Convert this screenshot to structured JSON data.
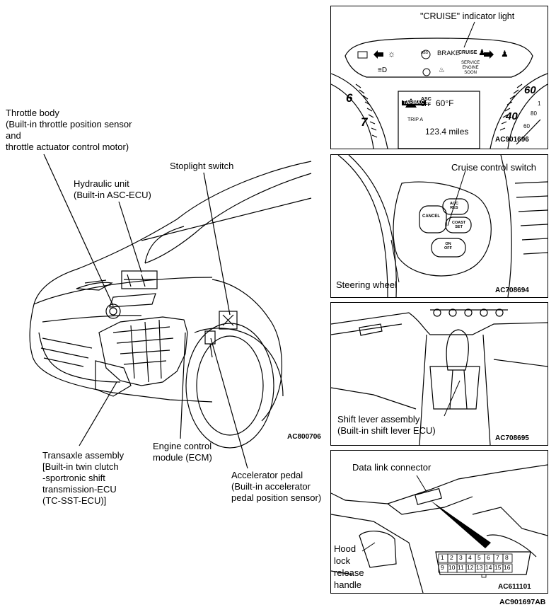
{
  "main": {
    "throttle_label": [
      "Throttle body",
      "(Built-in throttle position sensor",
      "and",
      "throttle actuator control motor)"
    ],
    "hydraulic_label": [
      "Hydraulic unit",
      "(Built-in ASC-ECU)"
    ],
    "stoplight_label": "Stoplight switch",
    "transaxle_label": [
      "Transaxle assembly",
      "[Built-in twin clutch",
      "-sportronic shift",
      "transmission-ECU",
      "(TC-SST-ECU)]"
    ],
    "ecm_label": [
      "Engine control",
      "module (ECM)"
    ],
    "accel_label": [
      "Accelerator pedal",
      "(Built-in accelerator",
      "pedal position sensor)"
    ],
    "figure_code": "AC800706"
  },
  "cluster": {
    "label": "\"CRUISE\" indicator light",
    "brake": "BRAKE",
    "cruise": "CRUISE",
    "service": [
      "SERVICE",
      "ENGINE",
      "SOON"
    ],
    "tarmac": "TARMAC",
    "asc": [
      "ASC",
      "OFF"
    ],
    "temp": "60°F",
    "trip": "TRIP A",
    "miles": "123.4 miles",
    "tach_6": "6",
    "tach_7": "7",
    "speed_60": "60",
    "speed_40": "40",
    "speed_80": "80",
    "speed_60b": "60",
    "speed_1": "1",
    "code": "AC901696"
  },
  "steering": {
    "switch_label": "Cruise control switch",
    "wheel_label": "Steering wheel",
    "cancel": "CANCEL",
    "acc": [
      "ACC",
      "RES"
    ],
    "coast": [
      "COAST",
      "SET"
    ],
    "onoff": [
      "ON",
      "OFF"
    ],
    "code": "AC708694"
  },
  "shift": {
    "label": [
      "Shift lever assembly",
      "(Built-in shift lever ECU)"
    ],
    "code": "AC708695"
  },
  "dlc": {
    "label": "Data link connector",
    "hood": [
      "Hood",
      "lock",
      "release",
      "handle"
    ],
    "pins_top": [
      "1",
      "2",
      "3",
      "4",
      "5",
      "6",
      "7",
      "8"
    ],
    "pins_bottom": [
      "9",
      "10",
      "11",
      "12",
      "13",
      "14",
      "15",
      "16"
    ],
    "code": "AC611101"
  },
  "page_code": "AC901697AB"
}
